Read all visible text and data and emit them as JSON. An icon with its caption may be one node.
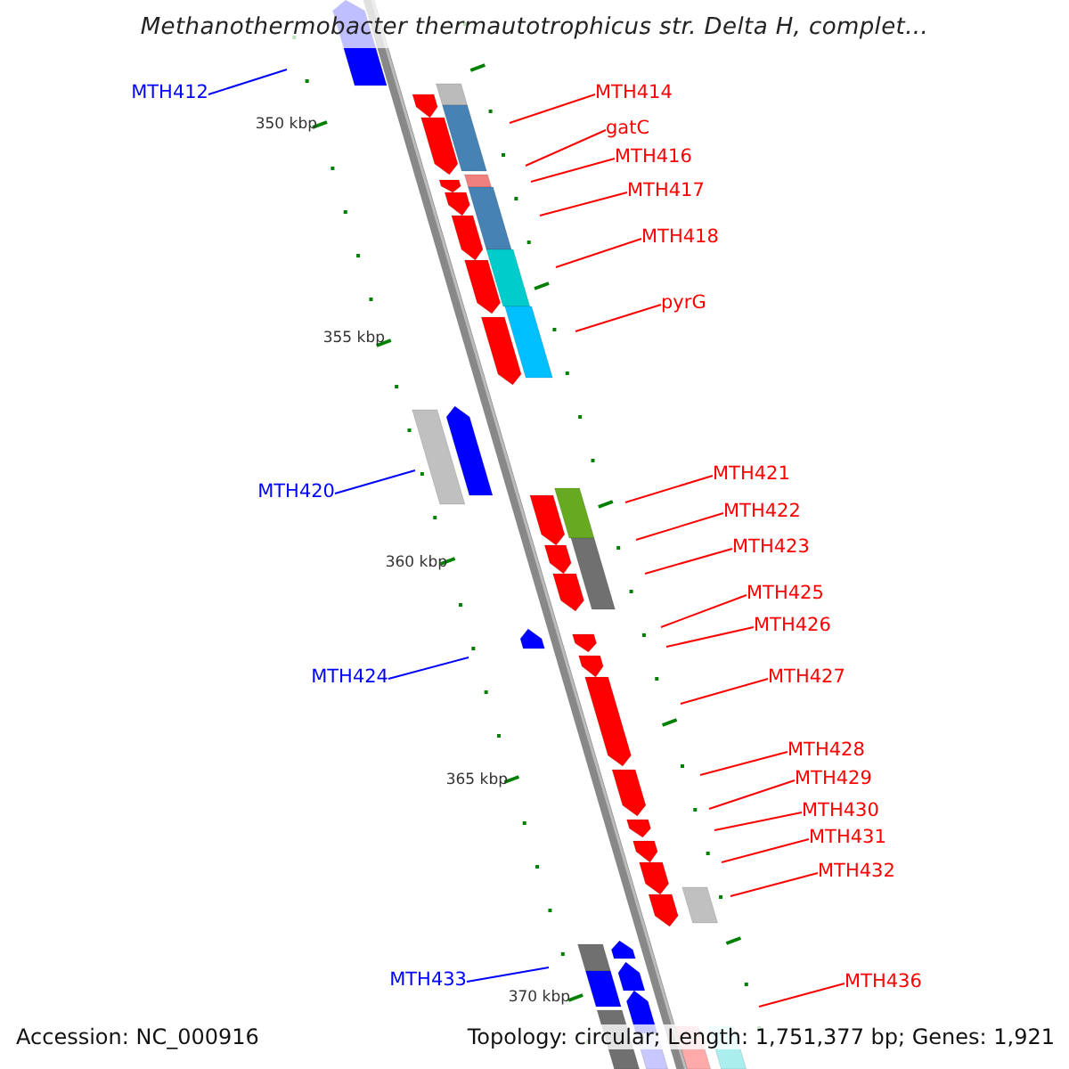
{
  "diagram": {
    "title": "Methanothermobacter thermautotrophicus str. Delta H, complet...",
    "nodes": [
      {
        "text": [
          "MTH412"
        ]
      },
      {
        "text": [
          "MTH414"
        ]
      },
      {
        "text": [
          "gatC"
        ]
      },
      {
        "text": [
          "MTH416"
        ]
      },
      {
        "text": [
          "MTH417"
        ]
      },
      {
        "text": [
          "MTH418"
        ]
      },
      {
        "text": [
          "pyrG"
        ]
      },
      {
        "text": [
          "MTH420"
        ]
      },
      {
        "text": [
          "MTH421"
        ]
      },
      {
        "text": [
          "MTH422"
        ]
      },
      {
        "text": [
          "MTH423"
        ]
      },
      {
        "text": [
          "MTH425"
        ]
      },
      {
        "text": [
          "MTH426"
        ]
      },
      {
        "text": [
          "MTH424"
        ]
      },
      {
        "text": [
          "MTH427"
        ]
      },
      {
        "text": [
          "MTH428"
        ]
      },
      {
        "text": [
          "MTH429"
        ]
      },
      {
        "text": [
          "MTH430"
        ]
      },
      {
        "text": [
          "MTH431"
        ]
      },
      {
        "text": [
          "MTH432"
        ]
      },
      {
        "text": [
          "MTH433"
        ]
      },
      {
        "text": [
          "MTH436"
        ]
      }
    ],
    "edges": [
      {
        "from": 0,
        "to": null,
        "arrow": "none",
        "color": "#0000ff"
      },
      {
        "from": 1,
        "to": null,
        "arrow": "none"
      },
      {
        "from": 2,
        "to": null,
        "arrow": "none"
      },
      {
        "from": 3,
        "to": null,
        "arrow": "none"
      },
      {
        "from": 4,
        "to": null,
        "arrow": "none"
      },
      {
        "from": 5,
        "to": null,
        "arrow": "none"
      },
      {
        "from": 6,
        "to": null,
        "arrow": "none"
      },
      {
        "from": 7,
        "to": null,
        "arrow": "none",
        "color": "#0000ff"
      },
      {
        "from": 8,
        "to": null,
        "arrow": "none"
      },
      {
        "from": 9,
        "to": null,
        "arrow": "none"
      },
      {
        "from": 10,
        "to": null,
        "arrow": "none"
      },
      {
        "from": 11,
        "to": null,
        "arrow": "none"
      },
      {
        "from": 12,
        "to": null,
        "arrow": "none"
      },
      {
        "from": 13,
        "to": null,
        "arrow": "none",
        "color": "#0000ff"
      },
      {
        "from": 14,
        "to": null,
        "arrow": "none"
      },
      {
        "from": 15,
        "to": null,
        "arrow": "none"
      },
      {
        "from": 16,
        "to": null,
        "arrow": "none"
      },
      {
        "from": 17,
        "to": null,
        "arrow": "none"
      },
      {
        "from": 18,
        "to": null,
        "arrow": "none"
      },
      {
        "from": 19,
        "to": null,
        "arrow": "none"
      },
      {
        "from": 20,
        "to": null,
        "arrow": "none",
        "color": "#0000ff"
      },
      {
        "from": 21,
        "to": null,
        "arrow": "none"
      }
    ],
    "labels": [
      "350 kbp",
      "355 kbp",
      "360 kbp",
      "365 kbp",
      "370 kbp",
      "Accession: NC_000916",
      "Topology: circular; Length: 1,751,377 bp; Genes: 1,921"
    ]
  }
}
